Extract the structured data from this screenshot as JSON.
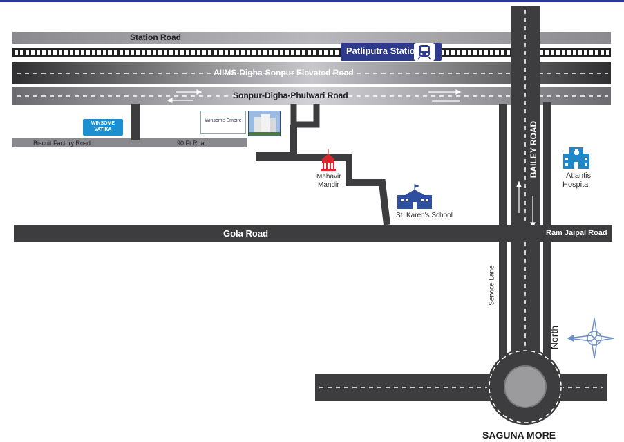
{
  "roads": {
    "station_road": "Station Road",
    "elevated_road": "AIIMS-Digha-Sonpur Elevated Road",
    "phulwari_road": "Sonpur-Digha-Phulwari Road",
    "biscuit_factory_road": "Biscuit Factory Road",
    "ninety_ft_road": "90 Ft Road",
    "gola_road": "Gola Road",
    "bailey_road": "BAILEY ROAD",
    "ram_jaipal_road": "Ram Jaipal Road",
    "service_lane": "Service Lane"
  },
  "landmarks": {
    "patliputra_station": "Patliputra Station",
    "winsome_vatika_line1": "WINSOME",
    "winsome_vatika_line2": "VATIKA",
    "winsome_empire": "Winsome Empire",
    "mahavir_mandir_line1": "Mahavir",
    "mahavir_mandir_line2": "Mandir",
    "st_karens_school": "St. Karen's School",
    "atlantis_hospital_line1": "Atlantis",
    "atlantis_hospital_line2": "Hospital",
    "saguna_more": "SAGUNA MORE"
  },
  "compass": {
    "label": "North"
  },
  "colors": {
    "road": "#3d3d3f",
    "road_light": "#7b7b7e",
    "rail": "#2a2a2a",
    "station": "#2e3a8c",
    "vatika": "#1c8fd0",
    "temple": "#d8262e",
    "school": "#2e4fa0",
    "hospital": "#1e88c8"
  }
}
